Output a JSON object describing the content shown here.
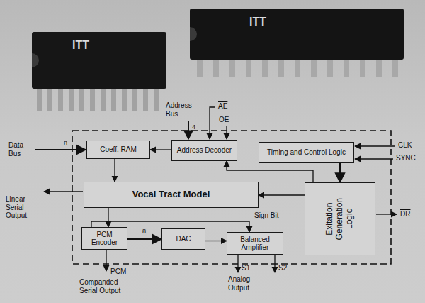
{
  "diagram": {
    "nodes": [
      {
        "text": [
          "Coeff. RAM"
        ]
      },
      {
        "text": [
          "Address Decoder"
        ]
      },
      {
        "text": [
          "Timing and Control Logic"
        ]
      },
      {
        "text": [
          "Vocal Tract Model"
        ]
      },
      {
        "text": [
          "Exitation Generation Logic"
        ]
      },
      {
        "text": [
          "PCM Encoder"
        ]
      },
      {
        "text": [
          "DAC"
        ]
      },
      {
        "text": [
          "Balanced Amplifier"
        ]
      }
    ],
    "edges": [
      {
        "from": 1,
        "to": 0,
        "arrow": "to"
      },
      {
        "from": 0,
        "to": 3,
        "arrow": "to"
      },
      {
        "from": 3,
        "to": 5,
        "arrow": "to"
      },
      {
        "from": 5,
        "to": 6,
        "arrow": "to",
        "label": "8"
      },
      {
        "from": 6,
        "to": 7,
        "arrow": "to"
      },
      {
        "from": 5,
        "to": 7,
        "arrow": "to",
        "label": "Sign Bit"
      },
      {
        "from": 4,
        "to": 3,
        "arrow": "to"
      },
      {
        "from": 4,
        "to": 1,
        "arrow": "to"
      },
      {
        "from": 2,
        "to": 4,
        "arrow": "to"
      }
    ],
    "labels": [
      "ITT",
      "ITT",
      "Data Bus",
      "8",
      "Address Bus",
      "4",
      "AE",
      "OE",
      "CLK",
      "SYNC",
      "Linear Serial Output",
      "DR",
      "PCM",
      "Companded Serial Output",
      "S1",
      "S2",
      "Analog Output"
    ]
  }
}
